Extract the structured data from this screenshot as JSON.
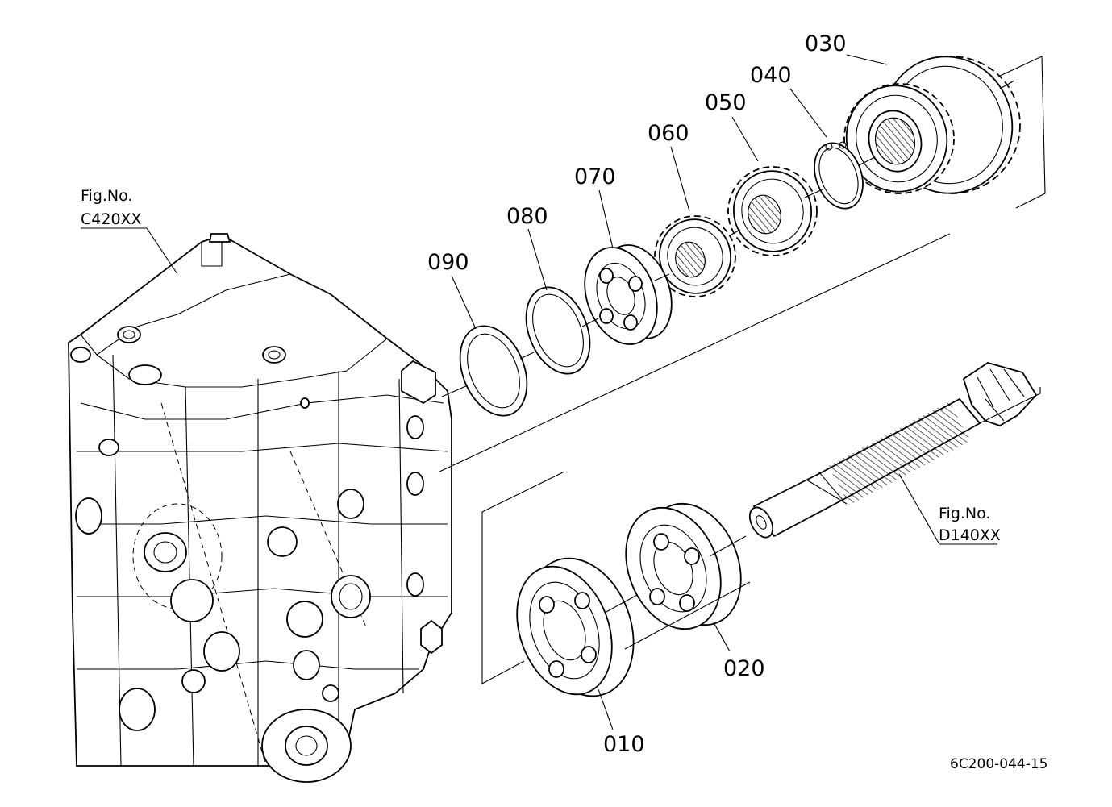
{
  "part_labels": {
    "p010": "010",
    "p020": "020",
    "p030": "030",
    "p040": "040",
    "p050": "050",
    "p060": "060",
    "p070": "070",
    "p080": "080",
    "p090": "090"
  },
  "references": {
    "c420": {
      "line1": "Fig.No.",
      "line2": "C420XX"
    },
    "d140": {
      "line1": "Fig.No.",
      "line2": "D140XX"
    }
  },
  "drawing_code": "6C200-044-15"
}
